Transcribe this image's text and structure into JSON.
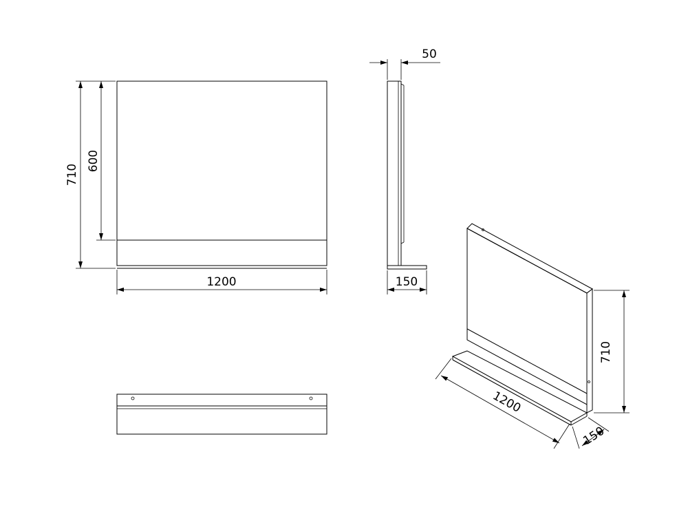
{
  "front_view": {
    "width_label": "1200",
    "height_total_label": "710",
    "height_panel_label": "600"
  },
  "side_view": {
    "thickness_label": "50",
    "depth_label": "150"
  },
  "iso_view": {
    "width_label": "1200",
    "depth_label": "150",
    "height_label": "710"
  }
}
